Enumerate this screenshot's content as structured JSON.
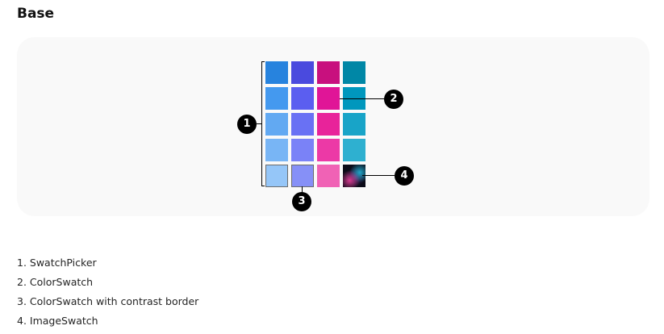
{
  "heading": "Base",
  "swatch_grid": {
    "rows": [
      [
        {
          "color": "#2783de"
        },
        {
          "color": "#4a4ade"
        },
        {
          "color": "#c8107e"
        },
        {
          "color": "#0087a6"
        }
      ],
      [
        {
          "color": "#4499ef"
        },
        {
          "color": "#5b5ef0"
        },
        {
          "color": "#e01597"
        },
        {
          "color": "#0097bd"
        }
      ],
      [
        {
          "color": "#62a9f2"
        },
        {
          "color": "#6971f4"
        },
        {
          "color": "#e8239a"
        },
        {
          "color": "#18a4c8"
        }
      ],
      [
        {
          "color": "#78b5f5"
        },
        {
          "color": "#7a82f7"
        },
        {
          "color": "#ec39a6"
        },
        {
          "color": "#2eb0d0"
        }
      ],
      [
        {
          "color": "#95c6f8",
          "contrast_border": true
        },
        {
          "color": "#8690f7",
          "contrast_border": true
        },
        {
          "color": "#f062b5"
        },
        {
          "image": true,
          "icon": "image-swatch-icon"
        }
      ]
    ]
  },
  "callouts": {
    "one": "1",
    "two": "2",
    "three": "3",
    "four": "4"
  },
  "legend": {
    "items": [
      "1. SwatchPicker",
      "2. ColorSwatch",
      "3. ColorSwatch with contrast border",
      "4. ImageSwatch"
    ]
  }
}
